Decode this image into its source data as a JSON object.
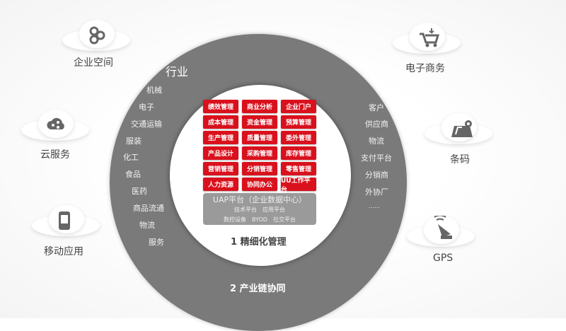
{
  "industry": {
    "title": "行业",
    "items": [
      "机械",
      "电子",
      "交通运输",
      "服装",
      "化工",
      "食品",
      "医药",
      "商品流通",
      "物流",
      "服务"
    ]
  },
  "partners": {
    "items": [
      "客户",
      "供应商",
      "物流",
      "支付平台",
      "分销商",
      "外协厂",
      "……"
    ]
  },
  "modules": [
    [
      "绩效管理",
      "商业分析",
      "企业门户"
    ],
    [
      "成本管理",
      "资金管理",
      "预算管理"
    ],
    [
      "生产管理",
      "质量管理",
      "委外管理"
    ],
    [
      "产品设计",
      "采购管理",
      "库存管理"
    ],
    [
      "营销管理",
      "分销管理",
      "零售管理"
    ],
    [
      "人力资源",
      "协同办公",
      "UU工作平台"
    ]
  ],
  "uap": {
    "title": "UAP平台（企业数据中心）",
    "line1": "技术平台　应用平台",
    "line2": "数控设备　BYOD　社交平台"
  },
  "labels": {
    "inner": "1 精细化管理",
    "outer": "2 产业链协同"
  },
  "clouds": {
    "enterprise_space": "企业空间",
    "cloud_service": "云服务",
    "mobile_app": "移动应用",
    "ecommerce": "电子商务",
    "barcode": "条码",
    "gps": "GPS"
  },
  "colors": {
    "accent": "#d9111d",
    "ring": "#7a7a7a"
  }
}
